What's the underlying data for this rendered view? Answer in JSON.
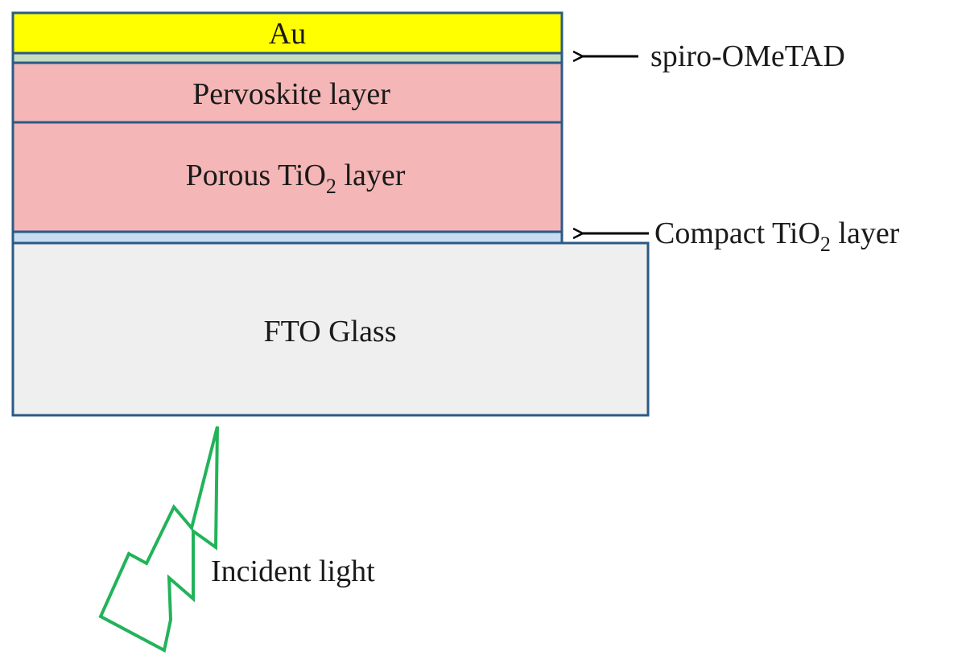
{
  "diagram": {
    "layers": {
      "au": {
        "label": "Au",
        "fill": "#ffff00"
      },
      "spiro": {
        "fill": "#c6dcc0"
      },
      "perovskite": {
        "label": "Pervoskite layer",
        "fill": "#f4b6b6"
      },
      "porous": {
        "label_main": "Porous TiO",
        "label_sub": "2",
        "label_tail": " layer",
        "fill": "#f4b6b6"
      },
      "compact": {
        "fill": "#c7ddf2"
      },
      "fto": {
        "label": "FTO Glass",
        "fill": "#efefef"
      }
    },
    "annotations": {
      "spiro": {
        "label": "spiro-OMeTAD"
      },
      "compact": {
        "label_main": "Compact TiO",
        "label_sub": "2",
        "label_tail": " layer"
      }
    },
    "light": {
      "label": "Incident light",
      "color": "#22b35a"
    },
    "border_color": "#2b5a85",
    "arrow_color": "#000000"
  }
}
